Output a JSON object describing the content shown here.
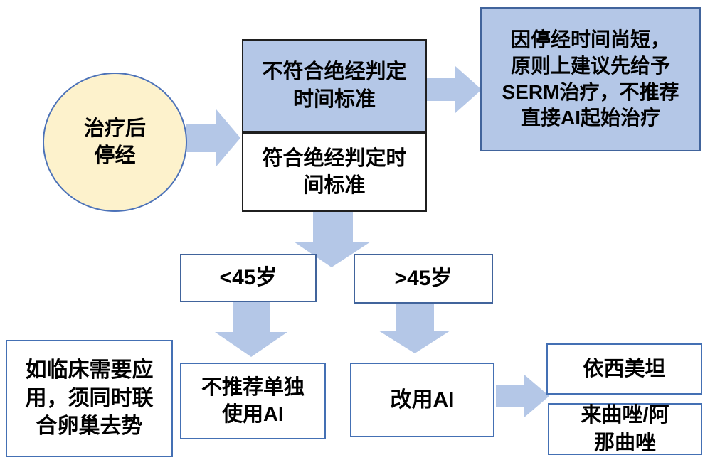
{
  "diagram": {
    "type": "flowchart",
    "nodes": {
      "start": {
        "lines": [
          "治疗后",
          "停经"
        ]
      },
      "not_meet": {
        "lines": [
          "不符合绝经判定",
          "时间标准"
        ]
      },
      "meet": {
        "lines": [
          "符合绝经判定时",
          "间标准"
        ]
      },
      "serm": {
        "lines": [
          "因停经时间尚短，",
          "原则上建议先给予",
          "SERM治疗，不推荐",
          "直接AI起始治疗"
        ]
      },
      "under45": {
        "label": "<45岁"
      },
      "over45": {
        "label": ">45岁"
      },
      "ovarian": {
        "lines": [
          "如临床需要应",
          "用，须同时联",
          "合卵巢去势"
        ]
      },
      "no_ai_alone": {
        "lines": [
          "不推荐单独",
          "使用AI"
        ]
      },
      "switch_ai": {
        "label": "改用AI"
      },
      "exemestane": {
        "label": "依西美坦"
      },
      "letrozole": {
        "lines": [
          "来曲唑/阿",
          "那曲唑"
        ]
      }
    },
    "edges": [
      {
        "from": "start",
        "to": "not_meet/meet",
        "direction": "right"
      },
      {
        "from": "not_meet",
        "to": "serm",
        "direction": "right"
      },
      {
        "from": "meet",
        "to": "under45/over45",
        "direction": "down"
      },
      {
        "from": "under45",
        "to": "no_ai_alone",
        "direction": "down"
      },
      {
        "from": "over45",
        "to": "switch_ai",
        "direction": "down"
      },
      {
        "from": "switch_ai",
        "to": "exemestane/letrozole",
        "direction": "right"
      }
    ]
  },
  "colors": {
    "arrow_fill": "#B4C7E7",
    "blue_box_fill": "#B4C7E7",
    "blue_box_border": "#41649C",
    "start_fill": "#FDF2CC",
    "start_border": "#4C72B8",
    "stack_border": "#1F1F1F",
    "white_box_border": "#4470B4",
    "text": "#000000",
    "background": "#FFFFFF"
  }
}
